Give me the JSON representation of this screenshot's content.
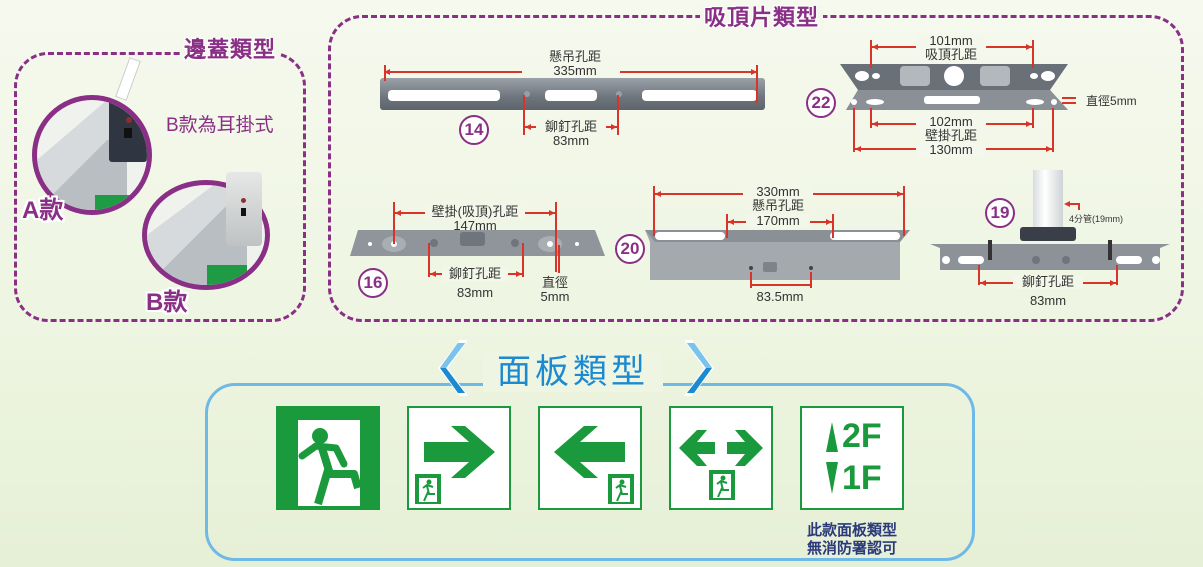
{
  "edge_cover": {
    "title": "邊蓋類型",
    "note": "B款為耳掛式",
    "variants": [
      {
        "label": "A款",
        "description": "end cap with cable"
      },
      {
        "label": "B款",
        "description": "ear-hook end cap"
      }
    ]
  },
  "ceiling_bracket": {
    "title": "吸頂片類型",
    "items": [
      {
        "id": "14",
        "dims": [
          {
            "label": "懸吊孔距",
            "value": "335mm"
          },
          {
            "label": "鉚釘孔距",
            "value": "83mm"
          }
        ]
      },
      {
        "id": "22",
        "dims": [
          {
            "label": "吸頂孔距",
            "value": "101mm"
          },
          {
            "label": "壁掛孔距",
            "value": "102mm"
          },
          {
            "label": "",
            "value": "130mm"
          },
          {
            "label": "直徑",
            "value": "5mm"
          }
        ]
      },
      {
        "id": "16",
        "dims": [
          {
            "label": "壁掛(吸頂)孔距",
            "value": "147mm"
          },
          {
            "label": "鉚釘孔距",
            "value": "83mm"
          },
          {
            "label": "直徑",
            "value": "5mm"
          }
        ]
      },
      {
        "id": "20",
        "dims": [
          {
            "label": "懸吊孔距",
            "value": "330mm"
          },
          {
            "label": "",
            "value": "170mm"
          },
          {
            "label": "",
            "value": "83.5mm"
          }
        ]
      },
      {
        "id": "19",
        "dims": [
          {
            "label": "4分管",
            "value": "(19mm)"
          },
          {
            "label": "鉚釘孔距",
            "value": "83mm"
          }
        ]
      }
    ]
  },
  "panel_types": {
    "title": "面板類型",
    "prev_icon": "chevron-left-icon",
    "next_icon": "chevron-right-icon",
    "signs": [
      {
        "name": "running-man",
        "icon": "exit-running-man-icon"
      },
      {
        "name": "arrow-right",
        "icon": "arrow-right-icon"
      },
      {
        "name": "arrow-left",
        "icon": "arrow-left-icon"
      },
      {
        "name": "arrow-both",
        "icon": "arrow-left-right-icon"
      },
      {
        "name": "floor",
        "icon": "floor-indicator-icon",
        "up": "2F",
        "down": "1F"
      }
    ],
    "disclaimer_line1": "此款面板類型",
    "disclaimer_line2": "無消防署認可"
  },
  "colors": {
    "accent_purple": "#8a2f86",
    "accent_blue": "#1c8ad1",
    "sign_green": "#1a9a3c",
    "dimension_red": "#d8342a"
  }
}
